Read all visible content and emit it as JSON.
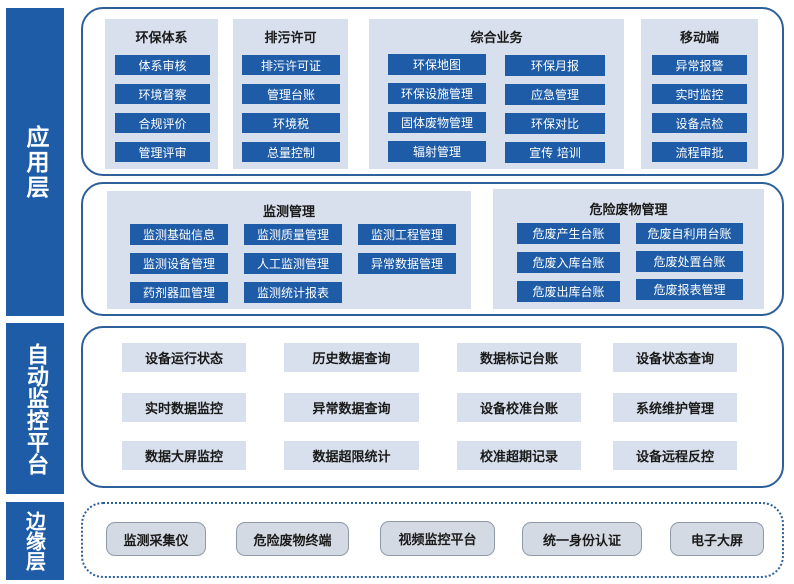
{
  "layers": {
    "application": "应用层",
    "monitoring": "自动监控平台",
    "edge": "边缘层"
  },
  "env_system": {
    "title": "环保体系",
    "items": [
      "体系审核",
      "环境督察",
      "合规评价",
      "管理评审"
    ]
  },
  "pollution_permit": {
    "title": "排污许可",
    "items": [
      "排污许可证",
      "管理台账",
      "环境税",
      "总量控制"
    ]
  },
  "integrated": {
    "title": "综合业务",
    "left": [
      "环保地图",
      "环保设施管理",
      "固体废物管理",
      "辐射管理"
    ],
    "right": [
      "环保月报",
      "应急管理",
      "环保对比",
      "宣传 培训"
    ]
  },
  "mobile": {
    "title": "移动端",
    "items": [
      "异常报警",
      "实时监控",
      "设备点检",
      "流程审批"
    ]
  },
  "monitoring_mgmt": {
    "title": "监测管理",
    "col1": [
      "监测基础信息",
      "监测设备管理",
      "药剂器皿管理"
    ],
    "col2": [
      "监测质量管理",
      "人工监测管理",
      "监测统计报表"
    ],
    "col3": [
      "监测工程管理",
      "异常数据管理"
    ]
  },
  "hazwaste": {
    "title": "危险废物管理",
    "left": [
      "危废产生台账",
      "危废入库台账",
      "危废出库台账"
    ],
    "right": [
      "危废自利用台账",
      "危废处置台账",
      "危废报表管理"
    ]
  },
  "platform": [
    [
      "设备运行状态",
      "历史数据查询",
      "数据标记台账",
      "设备状态查询"
    ],
    [
      "实时数据监控",
      "异常数据查询",
      "设备校准台账",
      "系统维护管理"
    ],
    [
      "数据大屏监控",
      "数据超限统计",
      "校准超期记录",
      "设备远程反控"
    ]
  ],
  "edge_items": [
    "监测采集仪",
    "危险废物终端",
    "视频监控平台",
    "统一身份认证",
    "电子大屏"
  ]
}
